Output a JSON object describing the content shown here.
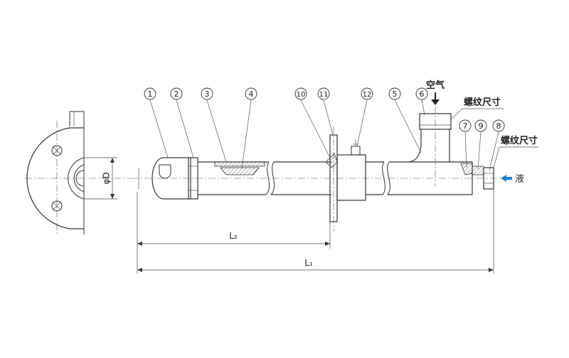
{
  "callouts": [
    {
      "n": "1"
    },
    {
      "n": "2"
    },
    {
      "n": "3"
    },
    {
      "n": "4"
    },
    {
      "n": "10"
    },
    {
      "n": "11"
    },
    {
      "n": "12"
    },
    {
      "n": "5"
    },
    {
      "n": "6"
    },
    {
      "n": "7"
    },
    {
      "n": "9"
    },
    {
      "n": "8"
    }
  ],
  "labels": {
    "air": "空气",
    "thread_size_top": "螺纹尺寸",
    "thread_size_right": "螺纹尺寸",
    "liquid": "液"
  },
  "dimensions": {
    "diameter": "φD",
    "l2": "L₂",
    "l1": "L₁"
  },
  "colors": {
    "line": "#333333",
    "arrow_blue": "#1a7fd1",
    "part_fill": "#ffffff"
  }
}
